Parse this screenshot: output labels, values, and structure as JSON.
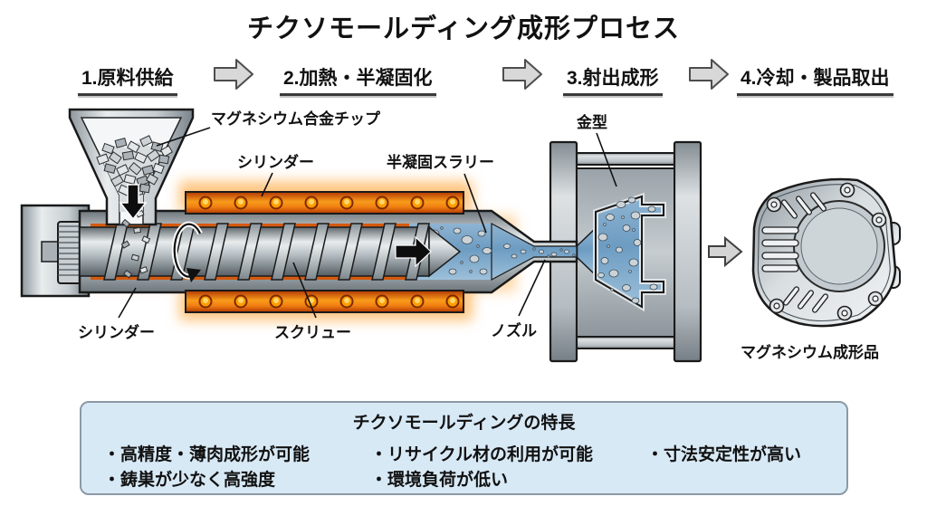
{
  "title": "チクソモールディング成形プロセス",
  "steps": [
    {
      "label": "1.原料供給"
    },
    {
      "label": "2.加熱・半凝固化"
    },
    {
      "label": "3.射出成形"
    },
    {
      "label": "4.冷却・製品取出"
    }
  ],
  "callouts": {
    "chips": "マグネシウム合金チップ",
    "cylinder_top": "シリンダー",
    "slurry": "半凝固スラリー",
    "mold": "金型",
    "cylinder_bottom": "シリンダー",
    "screw": "スクリュー",
    "nozzle": "ノズル",
    "product": "マグネシウム成形品"
  },
  "features": {
    "title": "チクソモールディングの特長",
    "items": [
      "・高精度・薄肉成形が可能",
      "・リサイクル材の利用が可能",
      "・寸法安定性が高い",
      "・鋳巣が少なく高強度",
      "・環境負荷が低い"
    ]
  },
  "colors": {
    "heater_orange": "#f89c1b",
    "heater_red": "#b33703",
    "slurry_blue": "#6d9cc2",
    "metal_gray": "#b9c1c6",
    "features_box_bg": "#d8e9f6",
    "step_arrow_gray": "#d8d8d8"
  }
}
